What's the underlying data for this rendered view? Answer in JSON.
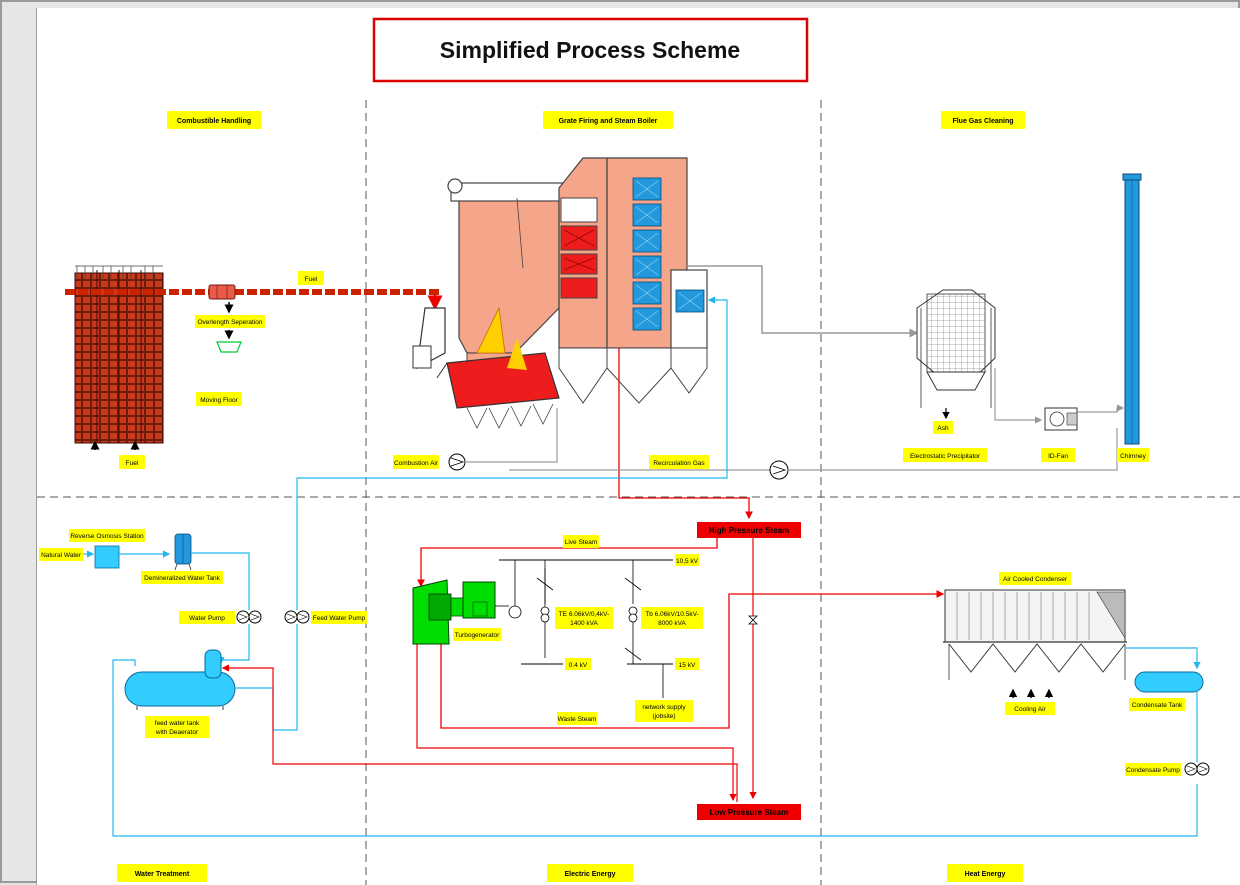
{
  "title": "Simplified Process Scheme",
  "sections": {
    "combustible_handling": "Combustible Handling",
    "grate_firing": "Grate Firing and Steam Boiler",
    "flue_gas_cleaning": "Flue Gas Cleaning",
    "water_treatment": "Water Treatment",
    "electric_energy": "Electric Energy",
    "heat_energy": "Heat Energy"
  },
  "labels": {
    "fuel_top": "Fuel",
    "overlength": "Overlength Seperation",
    "moving_floor": "Moving Floor",
    "fuel_bottom": "Fuel",
    "combustion_air": "Combustion Air",
    "recirculation_gas": "Recirculation Gas",
    "ash": "Ash",
    "esp": "Electrostatic Precipitator",
    "id_fan": "ID-Fan",
    "chimney": "Chimney",
    "reverse_osmosis": "Reverse Osmosis Station",
    "natural_water": "Natural Water",
    "demin_tank": "Demineralized Water Tank",
    "water_pump": "Water Pump",
    "feed_water_pump": "Feed Water Pump",
    "feed_tank_1": "feed water tank",
    "feed_tank_2": "with Deaerator",
    "live_steam": "Live Steam",
    "hp_steam": "High Pressure Steam",
    "lp_steam": "Low Pressure Steam",
    "turbogenerator": "Turbogenerator",
    "kv_10_5": "10,5 kV",
    "te_1": "TE 6.06kV/0,4kV-",
    "te_2": "1400 kVA",
    "tb_1": "Tb 6.06kV/10.5kV-",
    "tb_2": "8000 kVA",
    "kv_0_4": "0.4  kV",
    "kv_15": "15 kV",
    "network_1": "network supply",
    "network_2": "(jobsite)",
    "waste_steam": "Waste Steam",
    "air_cooled_condenser": "Air Cooled Condenser",
    "cooling_air": "Cooling Air",
    "condensate_tank": "Condensate Tank",
    "condensate_pump": "Condensate Pump"
  },
  "colors": {
    "fuel_red": "#cc2200",
    "boiler_salmon": "#f4a58a",
    "label_yellow": "#ffff00",
    "water_cyan": "#33ccff",
    "steam_red": "#ff0000",
    "generator_green": "#00dd00",
    "title_border": "#dd0000",
    "box_red": "#ee0000"
  }
}
